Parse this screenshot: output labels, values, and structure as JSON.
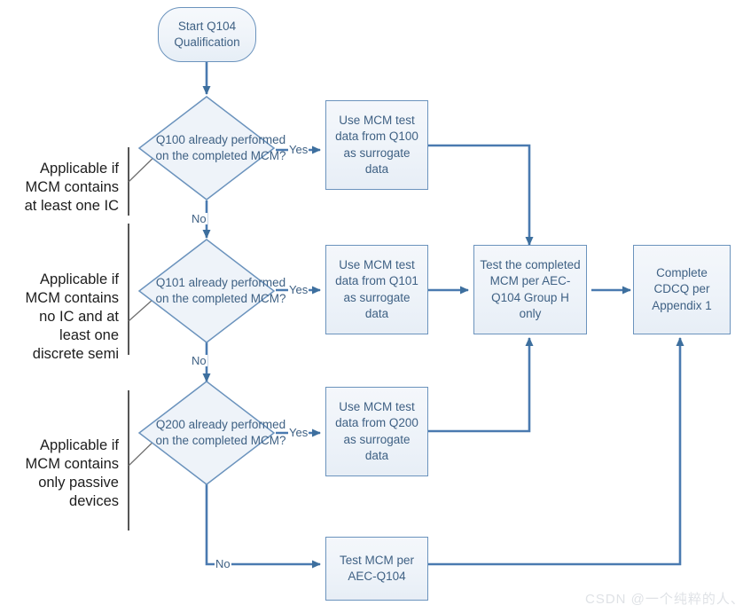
{
  "diagram": {
    "title": "AEC-Q104 MCM Qualification Flowchart",
    "colors": {
      "shape_border": "#6b93bd",
      "shape_fill": "#eef3f9",
      "shape_text": "#3f6184",
      "connector": "#4a7ab0",
      "note_text": "#1d1d1d",
      "bracket": "#2b2b2b",
      "watermark": "#dfe2e6"
    },
    "start": {
      "label": "Start Q104 Qualification",
      "shape": "terminator"
    },
    "decisions": [
      {
        "id": "q100",
        "label": "Q100 already performed on the completed MCM?",
        "yes_label": "Yes",
        "no_label": "No"
      },
      {
        "id": "q101",
        "label": "Q101 already performed on the completed MCM?",
        "yes_label": "Yes",
        "no_label": "No"
      },
      {
        "id": "q200",
        "label": "Q200 already performed on the completed MCM?",
        "yes_label": "Yes",
        "no_label": "No"
      }
    ],
    "processes": [
      {
        "id": "surrogate-q100",
        "label": "Use MCM test data from Q100 as surrogate data"
      },
      {
        "id": "surrogate-q101",
        "label": "Use MCM test data from Q101 as surrogate data"
      },
      {
        "id": "surrogate-q200",
        "label": "Use MCM test data from Q200 as surrogate data"
      },
      {
        "id": "test-completed-mcm",
        "label": "Test the completed MCM per AEC-Q104 Group H only"
      },
      {
        "id": "complete-cdcq",
        "label": "Complete CDCQ per Appendix 1"
      },
      {
        "id": "test-mcm-q104",
        "label": "Test MCM per AEC-Q104"
      }
    ],
    "notes": [
      {
        "id": "note-ic",
        "label": "Applicable if MCM contains at least one IC"
      },
      {
        "id": "note-discrete",
        "label": "Applicable if MCM contains no IC and at least one discrete semi"
      },
      {
        "id": "note-passive",
        "label": "Applicable if MCM contains only passive devices"
      }
    ],
    "watermark": "CSDN @一个纯粹的人、"
  }
}
